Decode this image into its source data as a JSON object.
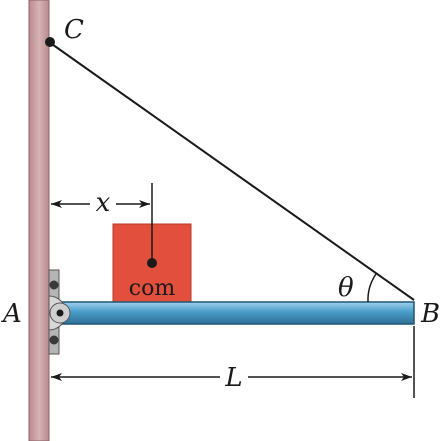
{
  "labels": {
    "C": "C",
    "A": "A",
    "B": "B",
    "x": "x",
    "L": "L",
    "theta": "θ",
    "com": "com"
  },
  "colors": {
    "wall": "#c9a3a6",
    "beam": "#4a9cc9",
    "block": "#e34f3d",
    "line": "#1a1a1a"
  }
}
